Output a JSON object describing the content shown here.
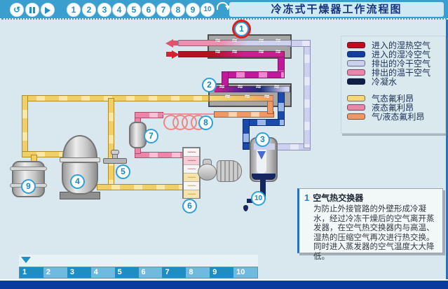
{
  "topbar": {
    "title": "冷冻式干燥器工作流程图",
    "media": {
      "replay_glyph": "↺"
    },
    "buttons": [
      "1",
      "2",
      "3",
      "4",
      "5",
      "6",
      "7",
      "8",
      "9",
      "10"
    ]
  },
  "legend": {
    "air": [
      {
        "label": "进入的湿热空气",
        "color": "#c40a1e"
      },
      {
        "label": "进入的湿冷空气",
        "color": "#123f9e"
      },
      {
        "label": "排出的冷干空气",
        "color": "#ccd0ee"
      },
      {
        "label": "排出的温干空气",
        "color": "#ec86aa"
      },
      {
        "label": "冷凝水",
        "color": "#111f44"
      }
    ],
    "freon": [
      {
        "label": "气态氟利昂",
        "color": "#f7d878"
      },
      {
        "label": "液态氟利昂",
        "color": "#e888a6"
      },
      {
        "label": "气/液态氟利昂",
        "color": "#ef9a66"
      }
    ]
  },
  "diagram": {
    "labels": [
      "1",
      "2",
      "3",
      "4",
      "5",
      "6",
      "7",
      "8",
      "9",
      "10"
    ],
    "active_step": "1",
    "wave_glyph": "≈",
    "coil_wave": "~~~"
  },
  "infobox": {
    "num": "1",
    "title": "空气热交换器",
    "body": "为防止外接管路的外壁形成冷凝水，经过冷冻干燥后的空气离开蒸发器，在空气热交换器内与高温、湿热的压缩空气再次进行热交换。同时进入蒸发器的空气温度大大降低。"
  },
  "progress": {
    "segments": [
      "1",
      "2",
      "3",
      "4",
      "5",
      "6",
      "7",
      "8",
      "9",
      "10"
    ]
  }
}
